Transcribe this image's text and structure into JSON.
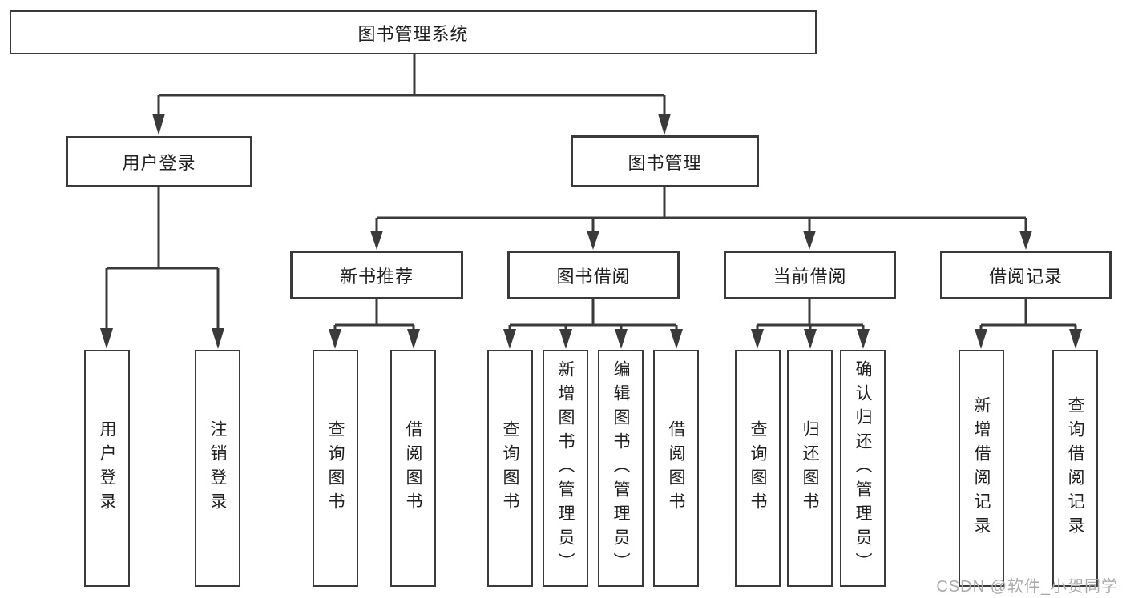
{
  "diagram_type": "hierarchy-tree",
  "colors": {
    "line": "#3a3a3a",
    "text": "#1f1f1f",
    "background": "#ffffff",
    "watermark_color": "#ababab"
  },
  "tree": {
    "label": "图书管理系统",
    "children": [
      {
        "label": "用户登录",
        "children": [
          {
            "label": "用户登录"
          },
          {
            "label": "注销登录"
          }
        ]
      },
      {
        "label": "图书管理",
        "children": [
          {
            "label": "新书推荐",
            "children": [
              {
                "label": "查询图书"
              },
              {
                "label": "借阅图书"
              }
            ]
          },
          {
            "label": "图书借阅",
            "children": [
              {
                "label": "查询图书"
              },
              {
                "label": "新增图书（管理员）"
              },
              {
                "label": "编辑图书（管理员）"
              },
              {
                "label": "借阅图书"
              }
            ]
          },
          {
            "label": "当前借阅",
            "children": [
              {
                "label": "查询图书"
              },
              {
                "label": "归还图书"
              },
              {
                "label": "确认归还（管理员）"
              }
            ]
          },
          {
            "label": "借阅记录",
            "children": [
              {
                "label": "新增借阅记录"
              },
              {
                "label": "查询借阅记录"
              }
            ]
          }
        ]
      }
    ]
  },
  "watermark": {
    "text": "CSDN @软件_小贺同学"
  }
}
